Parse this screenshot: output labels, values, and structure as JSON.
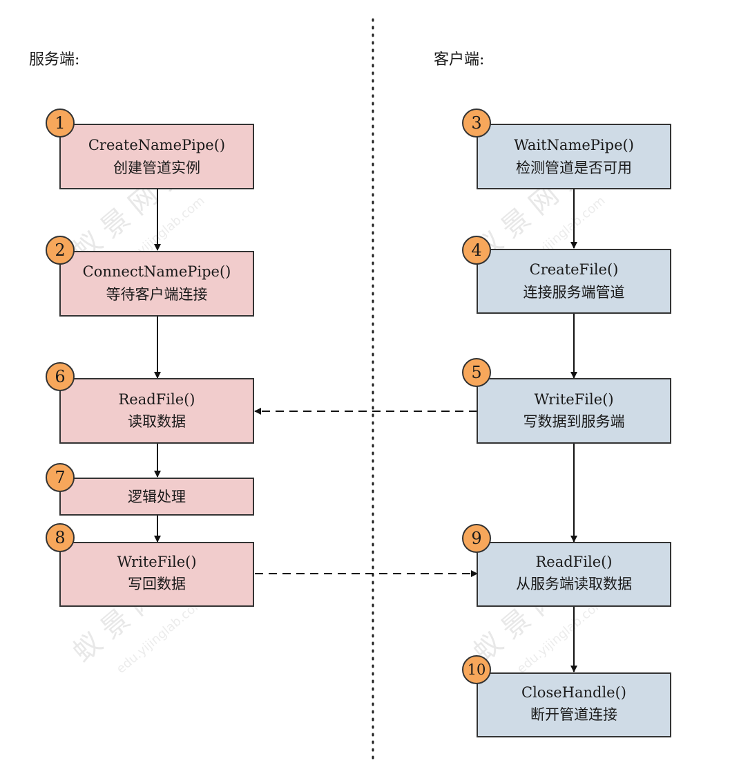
{
  "columns": {
    "server": {
      "title": "服务端:"
    },
    "client": {
      "title": "客户端:"
    }
  },
  "colors": {
    "server_box_fill": "#f1cccc",
    "client_box_fill": "#cfdbe6",
    "box_stroke": "#333333",
    "badge_fill": "#f7a75b",
    "badge_stroke": "#333333",
    "arrow": "#111111"
  },
  "boxes": {
    "create_name_pipe": {
      "badge": "1",
      "line1": "CreateNamePipe()",
      "line2": "创建管道实例"
    },
    "connect_name_pipe": {
      "badge": "2",
      "line1": "ConnectNamePipe()",
      "line2": "等待客户端连接"
    },
    "server_read_file": {
      "badge": "6",
      "line1": "ReadFile()",
      "line2": "读取数据"
    },
    "logic_process": {
      "badge": "7",
      "line1": "逻辑处理"
    },
    "server_write_file": {
      "badge": "8",
      "line1": "WriteFile()",
      "line2": "写回数据"
    },
    "wait_name_pipe": {
      "badge": "3",
      "line1": "WaitNamePipe()",
      "line2": "检测管道是否可用"
    },
    "create_file": {
      "badge": "4",
      "line1": "CreateFile()",
      "line2": "连接服务端管道"
    },
    "client_write_file": {
      "badge": "5",
      "line1": "WriteFile()",
      "line2": "写数据到服务端"
    },
    "client_read_file": {
      "badge": "9",
      "line1": "ReadFile()",
      "line2": "从服务端读取数据"
    },
    "close_handle": {
      "badge": "10",
      "line1": "CloseHandle()",
      "line2": "断开管道连接"
    }
  },
  "watermark": {
    "brand": "蚁 景 网 安",
    "url": "edu.yijinglab.com"
  }
}
